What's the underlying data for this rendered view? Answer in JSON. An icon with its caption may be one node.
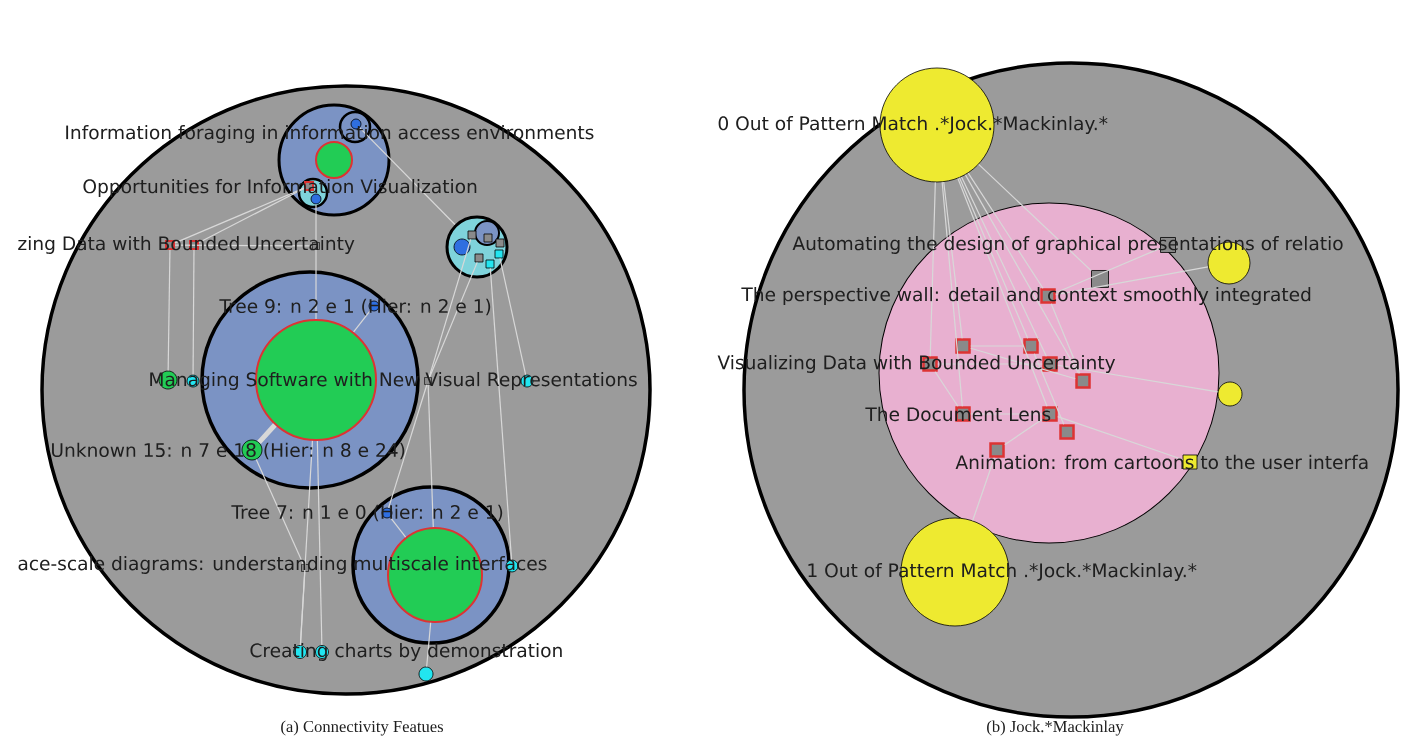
{
  "diagram": {
    "nodes": [
      {
        "text": [],
        "shape": "circle"
      },
      {
        "text": [],
        "shape": "circle",
        "in": 0
      },
      {
        "text": [],
        "shape": "circle",
        "in": 1
      },
      {
        "text": [],
        "shape": "circle",
        "in": 2
      },
      {
        "text": [],
        "shape": "circle",
        "in": 1
      },
      {
        "text": [],
        "shape": "circle",
        "in": 1
      },
      {
        "text": [],
        "shape": "box",
        "in": 5
      },
      {
        "text": [],
        "shape": "circle",
        "in": 5
      },
      {
        "text": [],
        "shape": "circle",
        "in": 0
      },
      {
        "text": [],
        "shape": "circle",
        "in": 8
      },
      {
        "text": [],
        "shape": "circle",
        "in": 8
      },
      {
        "text": [],
        "shape": "box",
        "in": 8
      },
      {
        "text": [],
        "shape": "box",
        "in": 9
      },
      {
        "text": [],
        "shape": "box",
        "in": 8
      },
      {
        "text": [],
        "shape": "box",
        "in": 8
      },
      {
        "text": [],
        "shape": "box",
        "in": 8
      },
      {
        "text": [],
        "shape": "box",
        "in": 8
      },
      {
        "text": [],
        "shape": "box",
        "in": 0
      },
      {
        "text": [],
        "shape": "box",
        "in": 0
      },
      {
        "text": [],
        "shape": "box",
        "in": 0
      },
      {
        "text": [],
        "shape": "circle",
        "in": 0
      },
      {
        "text": [],
        "shape": "circle",
        "in": 20
      },
      {
        "text": [],
        "shape": "circle",
        "in": 20
      },
      {
        "text": [],
        "shape": "circle",
        "in": 20
      },
      {
        "text": [],
        "shape": "circle",
        "in": 0
      },
      {
        "text": [],
        "shape": "circle",
        "in": 0
      },
      {
        "text": [],
        "shape": "box",
        "in": 0
      },
      {
        "text": [],
        "shape": "circle",
        "in": 0
      },
      {
        "text": [],
        "shape": "circle",
        "in": 0
      },
      {
        "text": [],
        "shape": "circle",
        "in": 28
      },
      {
        "text": [],
        "shape": "circle",
        "in": 28
      },
      {
        "text": [],
        "shape": "box",
        "in": 0
      },
      {
        "text": [],
        "shape": "circle",
        "in": 0
      },
      {
        "text": [],
        "shape": "circle",
        "in": 0
      },
      {
        "text": [],
        "shape": "circle",
        "in": 0
      },
      {
        "text": [],
        "shape": "circle",
        "in": 0
      },
      {
        "text": [],
        "shape": "circle"
      },
      {
        "text": [],
        "shape": "circle",
        "in": 36
      },
      {
        "text": [],
        "shape": "circle",
        "in": 36
      },
      {
        "text": [],
        "shape": "box",
        "in": 36
      },
      {
        "text": [],
        "shape": "box",
        "in": 38
      },
      {
        "text": [],
        "shape": "circle",
        "in": 36
      },
      {
        "text": [],
        "shape": "box",
        "in": 38
      },
      {
        "text": [],
        "shape": "box",
        "in": 38
      },
      {
        "text": [],
        "shape": "box",
        "in": 38
      },
      {
        "text": [],
        "shape": "box",
        "in": 38
      },
      {
        "text": [],
        "shape": "box",
        "in": 38
      },
      {
        "text": [],
        "shape": "box",
        "in": 38
      },
      {
        "text": [],
        "shape": "box",
        "in": 38
      },
      {
        "text": [],
        "shape": "box",
        "in": 38
      },
      {
        "text": [],
        "shape": "box",
        "in": 38
      },
      {
        "text": [],
        "shape": "box",
        "in": 38
      },
      {
        "text": [],
        "shape": "circle",
        "in": 36
      },
      {
        "text": [],
        "shape": "box",
        "in": 38
      },
      {
        "text": [],
        "shape": "circle",
        "in": 36
      }
    ],
    "edges": [
      {
        "from": 17,
        "to": 6,
        "arrow": "none"
      },
      {
        "from": 18,
        "to": 6,
        "arrow": "none"
      },
      {
        "from": 17,
        "to": 19,
        "arrow": "none"
      },
      {
        "from": 17,
        "to": 24,
        "arrow": "none"
      },
      {
        "from": 18,
        "to": 25,
        "arrow": "none"
      },
      {
        "from": 7,
        "to": 19,
        "arrow": "none"
      },
      {
        "from": 19,
        "to": 21,
        "arrow": "none"
      },
      {
        "from": 3,
        "to": 8,
        "arrow": "none"
      },
      {
        "from": 11,
        "to": 26,
        "arrow": "none"
      },
      {
        "from": 14,
        "to": 26,
        "arrow": "none"
      },
      {
        "from": 16,
        "to": 27,
        "arrow": "none"
      },
      {
        "from": 15,
        "to": 32,
        "arrow": "none"
      },
      {
        "from": 26,
        "to": 29,
        "arrow": "none"
      },
      {
        "from": 26,
        "to": 30,
        "arrow": "none"
      },
      {
        "from": 22,
        "to": 21,
        "arrow": "none"
      },
      {
        "from": 23,
        "to": 21,
        "arrow": "none",
        "style": "thick"
      },
      {
        "from": 23,
        "to": 31,
        "arrow": "none"
      },
      {
        "from": 21,
        "to": 33,
        "arrow": "none"
      },
      {
        "from": 21,
        "to": 34,
        "arrow": "none"
      },
      {
        "from": 29,
        "to": 35,
        "arrow": "none"
      },
      {
        "from": 30,
        "to": 29,
        "arrow": "none"
      },
      {
        "from": 31,
        "to": 33,
        "arrow": "none"
      },
      {
        "from": 37,
        "to": 42,
        "arrow": "none"
      },
      {
        "from": 37,
        "to": 43,
        "arrow": "none"
      },
      {
        "from": 37,
        "to": 44,
        "arrow": "none"
      },
      {
        "from": 37,
        "to": 45,
        "arrow": "none"
      },
      {
        "from": 37,
        "to": 46,
        "arrow": "none"
      },
      {
        "from": 37,
        "to": 47,
        "arrow": "none"
      },
      {
        "from": 37,
        "to": 48,
        "arrow": "none"
      },
      {
        "from": 37,
        "to": 49,
        "arrow": "none"
      },
      {
        "from": 37,
        "to": 40,
        "arrow": "none"
      },
      {
        "from": 54,
        "to": 51,
        "arrow": "none"
      },
      {
        "from": 41,
        "to": 42,
        "arrow": "none"
      },
      {
        "from": 39,
        "to": 42,
        "arrow": "none"
      },
      {
        "from": 52,
        "to": 46,
        "arrow": "none"
      },
      {
        "from": 53,
        "to": 49,
        "arrow": "none"
      },
      {
        "from": 43,
        "to": 44,
        "arrow": "none"
      },
      {
        "from": 45,
        "to": 46,
        "arrow": "none"
      },
      {
        "from": 48,
        "to": 49,
        "arrow": "none"
      },
      {
        "from": 44,
        "to": 50,
        "arrow": "none"
      },
      {
        "from": 43,
        "to": 47,
        "arrow": "none"
      },
      {
        "from": 51,
        "to": 49,
        "arrow": "none"
      },
      {
        "from": 45,
        "to": 48,
        "arrow": "none"
      },
      {
        "from": 42,
        "to": 47,
        "arrow": "none"
      }
    ],
    "labels": [
      "Information foraging in information access environments",
      "Opportunities for Information Visualization",
      "zing Data with Bounded Uncertainty",
      "Tree 9: n 2 e 1 (Hier: n 2 e 1)",
      "Managing Software with New Visual Representations",
      "Unknown 15: n 7 e 18 (Hier: n 8 e 24)",
      "Tree 7: n 1 e 0 (Hier: n 2 e 1)",
      "ace-scale diagrams: understanding multiscale interfaces",
      "Creating charts by demonstration",
      "0 Out of Pattern Match .*Jock.*Mackinlay.*",
      "Automating the design of graphical presentations of relatio",
      "The perspective wall: detail and context smoothly integrated",
      "Visualizing Data with Bounded Uncertainty",
      "The Document Lens",
      "Animation: from cartoons to the user interfa",
      "1 Out of Pattern Match .*Jock.*Mackinlay.*",
      "(a) Connectivity Featues",
      "(b) Jock.*Mackinlay"
    ]
  }
}
